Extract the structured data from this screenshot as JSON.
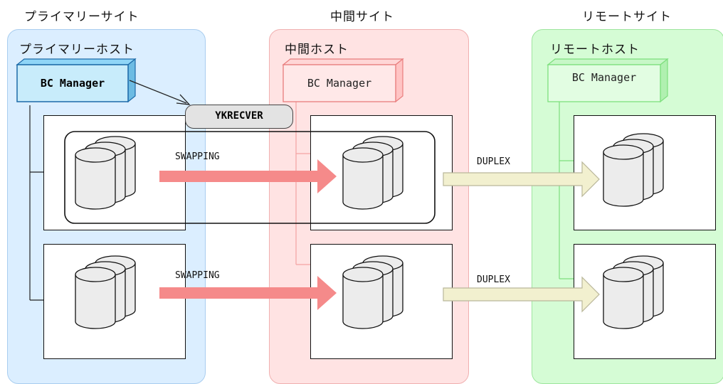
{
  "sites": {
    "primary": {
      "title": "プライマリーサイト",
      "host_label": "プライマリーホスト",
      "bc_manager": "BC Manager",
      "color": "#dbeeff",
      "border": "#a9cdef"
    },
    "intermediate": {
      "title": "中間サイト",
      "host_label": "中間ホスト",
      "bc_manager": "BC Manager",
      "color": "#ffe3e3",
      "border": "#f0b0b0"
    },
    "remote": {
      "title": "リモートサイト",
      "host_label": "リモートホスト",
      "bc_manager": "BC Manager",
      "color": "#d5fcd5",
      "border": "#9ee59e"
    }
  },
  "command": "YKRECVER",
  "pairs": [
    {
      "primary_to_intermediate": "SWAPPING",
      "intermediate_to_remote": "DUPLEX"
    },
    {
      "primary_to_intermediate": "SWAPPING",
      "intermediate_to_remote": "DUPLEX"
    }
  ],
  "colors": {
    "swap_arrow": "#f58a8a",
    "duplex_arrow": "#f2f0cf",
    "duplex_arrow_stroke": "#b9b79a",
    "primary_bc_fill": "#c8ecfb",
    "primary_bc_border": "#1c6aa8",
    "intermediate_bc_border": "#e87d7d",
    "remote_bc_border": "#7ddf7d"
  }
}
